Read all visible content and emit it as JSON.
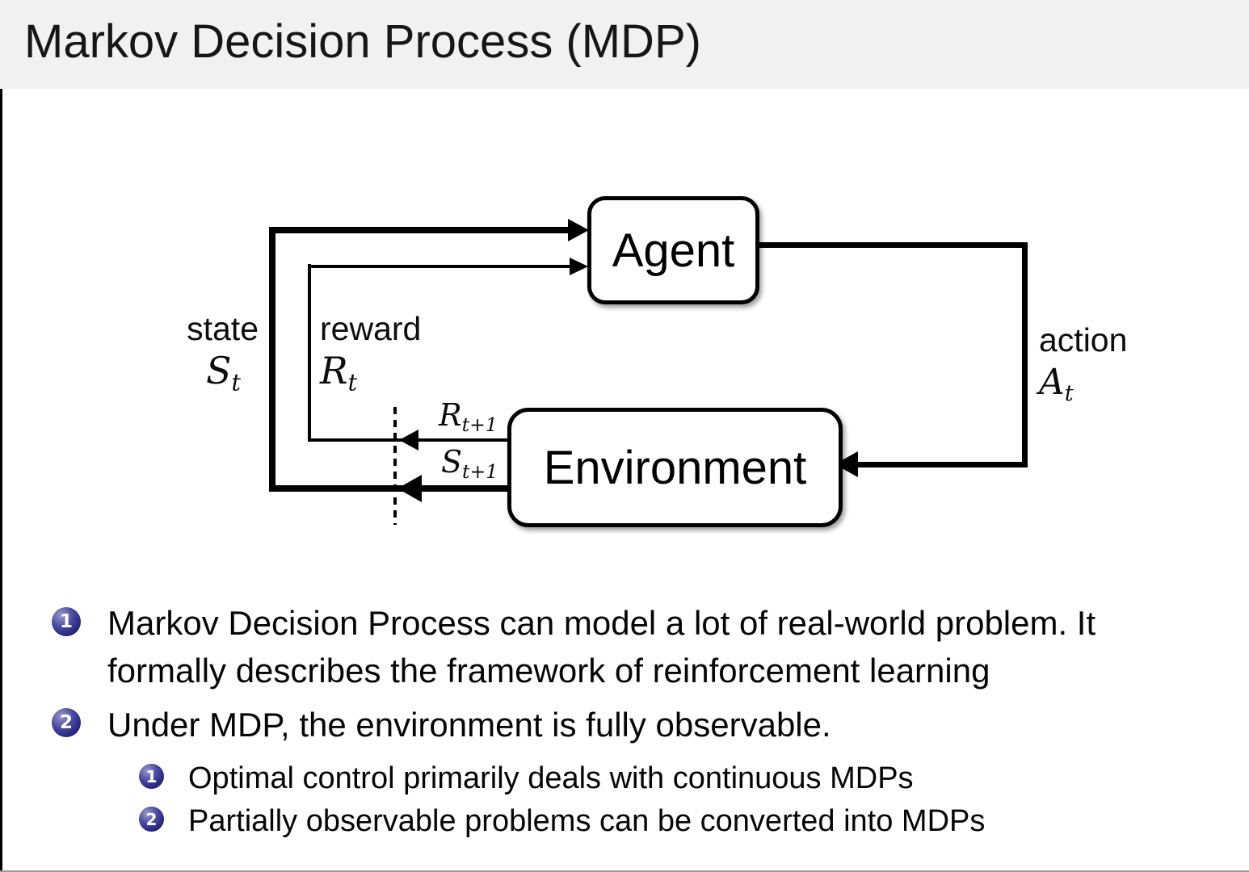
{
  "slide": {
    "title": "Markov Decision Process (MDP)"
  },
  "diagram": {
    "agent_label": "Agent",
    "environment_label": "Environment",
    "state_label": "state",
    "state_symbol": {
      "main": "S",
      "sub": "t"
    },
    "reward_label": "reward",
    "reward_symbol": {
      "main": "R",
      "sub": "t"
    },
    "action_label": "action",
    "action_symbol": {
      "main": "A",
      "sub": "t"
    },
    "next_reward_symbol": {
      "main": "R",
      "sub": "t+1"
    },
    "next_state_symbol": {
      "main": "S",
      "sub": "t+1"
    }
  },
  "bullets": {
    "items": [
      {
        "number": "1",
        "lines": [
          "Markov Decision Process can model a lot of real-world problem. It",
          "formally describes the framework of reinforcement learning"
        ]
      },
      {
        "number": "2",
        "lines": [
          "Under MDP, the environment is fully observable."
        ]
      }
    ],
    "subitems": [
      {
        "number": "1",
        "text": "Optimal control primarily deals with continuous MDPs"
      },
      {
        "number": "2",
        "text": "Partially observable problems can be converted into MDPs"
      }
    ]
  },
  "colors": {
    "title_band": "#f1f1f1",
    "enum_ball": "#23237a",
    "text": "#000000"
  }
}
